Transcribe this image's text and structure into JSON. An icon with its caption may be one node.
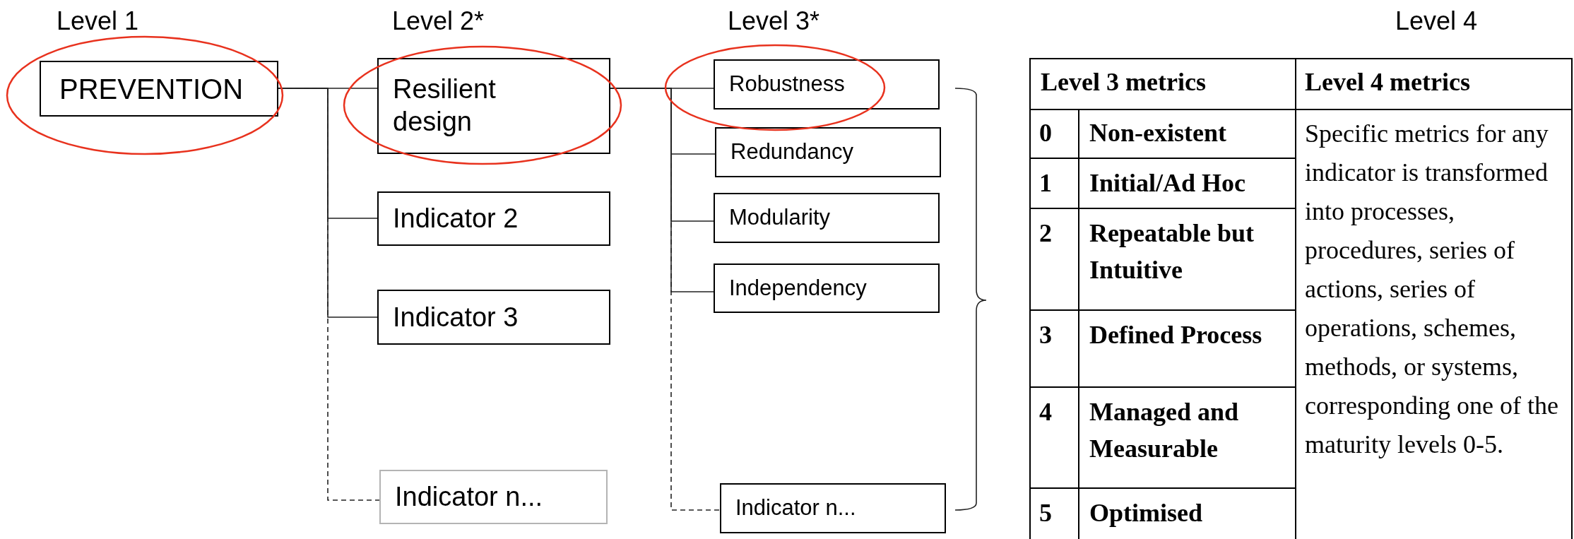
{
  "diagram": {
    "nodes": [
      {
        "text": [
          "PREVENTION"
        ]
      },
      {
        "text": [
          "Resilient design"
        ]
      },
      {
        "text": [
          "Indicator 2"
        ]
      },
      {
        "text": [
          "Indicator 3"
        ]
      },
      {
        "text": [
          "Indicator n..."
        ]
      },
      {
        "text": [
          "Robustness"
        ]
      },
      {
        "text": [
          "Redundancy"
        ]
      },
      {
        "text": [
          "Modularity"
        ]
      },
      {
        "text": [
          "Independency"
        ]
      },
      {
        "text": [
          "Indicator n..."
        ]
      }
    ],
    "edges": [
      {
        "from": 0,
        "to": 1,
        "arrow": "none"
      },
      {
        "from": 0,
        "to": 2,
        "arrow": "none"
      },
      {
        "from": 0,
        "to": 3,
        "arrow": "none"
      },
      {
        "from": 0,
        "to": 4,
        "arrow": "none",
        "style": "dashed"
      },
      {
        "from": 1,
        "to": 5,
        "arrow": "none"
      },
      {
        "from": 1,
        "to": 6,
        "arrow": "none"
      },
      {
        "from": 1,
        "to": 7,
        "arrow": "none"
      },
      {
        "from": 1,
        "to": 8,
        "arrow": "none"
      },
      {
        "from": 1,
        "to": 9,
        "arrow": "none",
        "style": "dashed"
      }
    ],
    "labels": [
      "Level 1",
      "Level 2*",
      "Level 3*",
      "Level 4",
      "Level 3 metrics",
      "Level 4 metrics",
      "0",
      "Non-existent",
      "Specific metrics for any indicator is transformed into processes, procedures, series of actions, series of operations, schemes, methods, or systems, corresponding one of the maturity levels 0-5.",
      "1",
      "Initial/Ad Hoc",
      "2",
      "Repeatable but Intuitive",
      "3",
      "Defined Process",
      "4",
      "Managed and Measurable",
      "5",
      "Optimised"
    ]
  }
}
